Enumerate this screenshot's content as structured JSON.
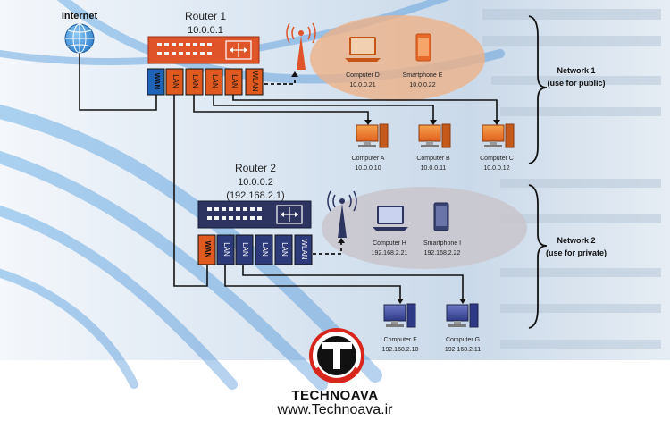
{
  "internet": {
    "label": "Internet"
  },
  "router1": {
    "title": "Router 1",
    "ip": "10.0.0.1",
    "ports": [
      "WAN",
      "LAN",
      "LAN",
      "LAN",
      "LAN",
      "WLAN"
    ]
  },
  "router2": {
    "title": "Router 2",
    "ip": "10.0.0.2",
    "ip_private": "(192.168.2.1)",
    "ports": [
      "WAN",
      "LAN",
      "LAN",
      "LAN",
      "LAN",
      "WLAN"
    ]
  },
  "network1": {
    "title": "Network 1",
    "subtitle": "(use for public)"
  },
  "network2": {
    "title": "Network 2",
    "subtitle": "(use for private)"
  },
  "devices": {
    "computer_a": {
      "name": "Computer A",
      "ip": "10.0.0.10"
    },
    "computer_b": {
      "name": "Computer B",
      "ip": "10.0.0.11"
    },
    "computer_c": {
      "name": "Computer C",
      "ip": "10.0.0.12"
    },
    "computer_d": {
      "name": "Computer D",
      "ip": "10.0.0.21"
    },
    "smartphone_e": {
      "name": "Smartphone E",
      "ip": "10.0.0.22"
    },
    "computer_f": {
      "name": "Computer F",
      "ip": "192.168.2.10"
    },
    "computer_g": {
      "name": "Computer G",
      "ip": "192.168.2.11"
    },
    "computer_h": {
      "name": "Computer H",
      "ip": "192.168.2.21"
    },
    "smartphone_i": {
      "name": "Smartphone I",
      "ip": "192.168.2.22"
    }
  },
  "brand": {
    "name": "TECHNOAVA",
    "url": "www.Technoava.ir"
  },
  "colors": {
    "router1": "#e0542a",
    "router2": "#2d3460",
    "port_orange": "#e05a1f",
    "port_blue": "#1e63b8",
    "logo_red": "#d9261c"
  }
}
